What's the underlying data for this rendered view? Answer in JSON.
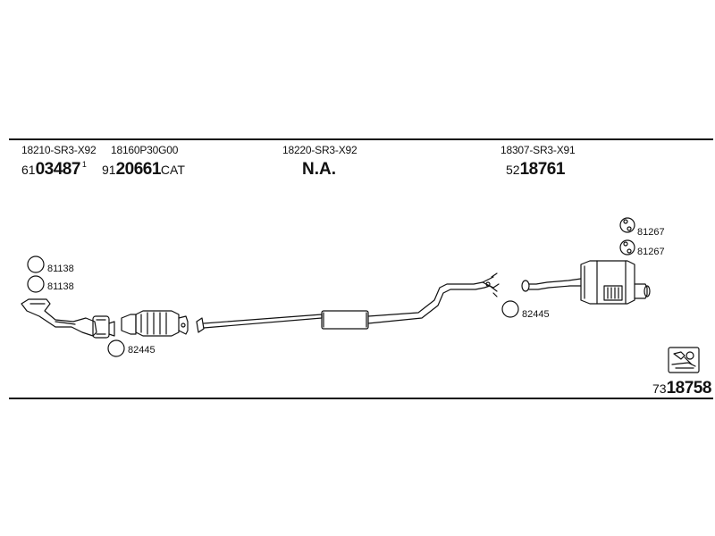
{
  "parts": {
    "front_pipe": {
      "oem": "18210-SR3-X92",
      "prefix": "61",
      "main": "03487",
      "sup": "1"
    },
    "catalyst": {
      "oem": "18160P30G00",
      "prefix": "91",
      "main": "20661",
      "suffix": "CAT"
    },
    "center_pipe": {
      "oem": "18220-SR3-X92",
      "code": "N.A."
    },
    "rear_muffler": {
      "oem": "18307-SR3-X91",
      "prefix": "52",
      "main": "18761"
    }
  },
  "fittings": {
    "gasket_81138_a": "81138",
    "gasket_81138_b": "81138",
    "gasket_82445_left": "82445",
    "gasket_82445_right": "82445",
    "hanger_81267_a": "81267",
    "hanger_81267_b": "81267"
  },
  "kit": {
    "prefix": "73",
    "main": "18758"
  },
  "icons": {
    "kit_icon": "exhaust-kit-icon"
  }
}
